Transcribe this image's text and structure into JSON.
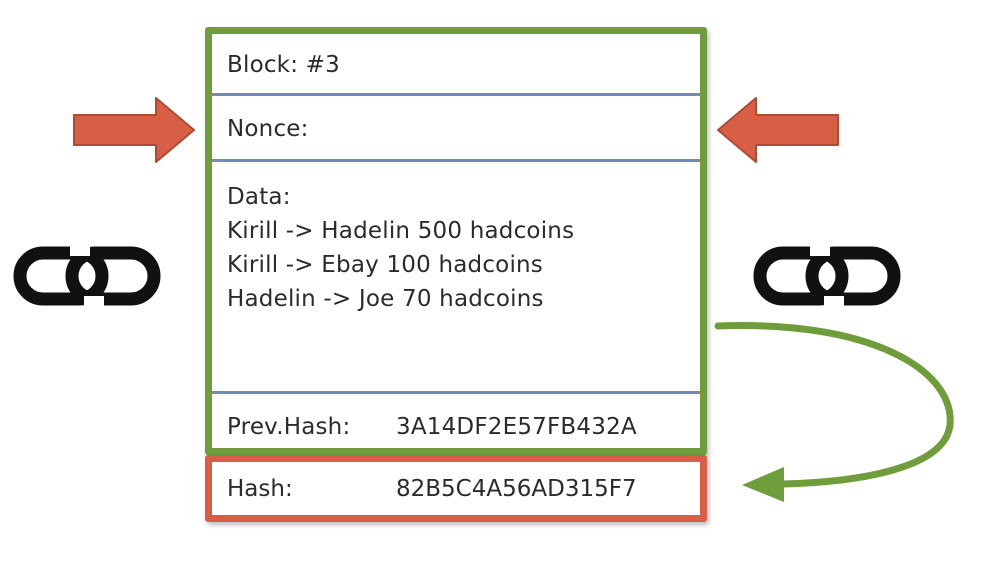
{
  "block": {
    "block_label": "Block: #3",
    "nonce_label": "Nonce:",
    "data_label": "Data:",
    "transactions": [
      "Kirill -> Hadelin 500 hadcoins",
      "Kirill -> Ebay 100 hadcoins",
      "Hadelin -> Joe 70 hadcoins"
    ],
    "prev_hash_label": "Prev.Hash:",
    "prev_hash_value": "3A14DF2E57FB432A"
  },
  "hash": {
    "label": "Hash:",
    "value": "82B5C4A56AD315F7"
  },
  "colors": {
    "block_border": "#6f9d3c",
    "hash_border": "#d85f45",
    "divider": "#6c8ebd",
    "arrow_red": "#d85f45",
    "arrow_green": "#6f9d3c",
    "chain": "#111111"
  },
  "icons": [
    "arrow-right-icon",
    "arrow-left-icon",
    "chain-link-icon",
    "chain-link-icon",
    "curved-arrow-icon"
  ]
}
